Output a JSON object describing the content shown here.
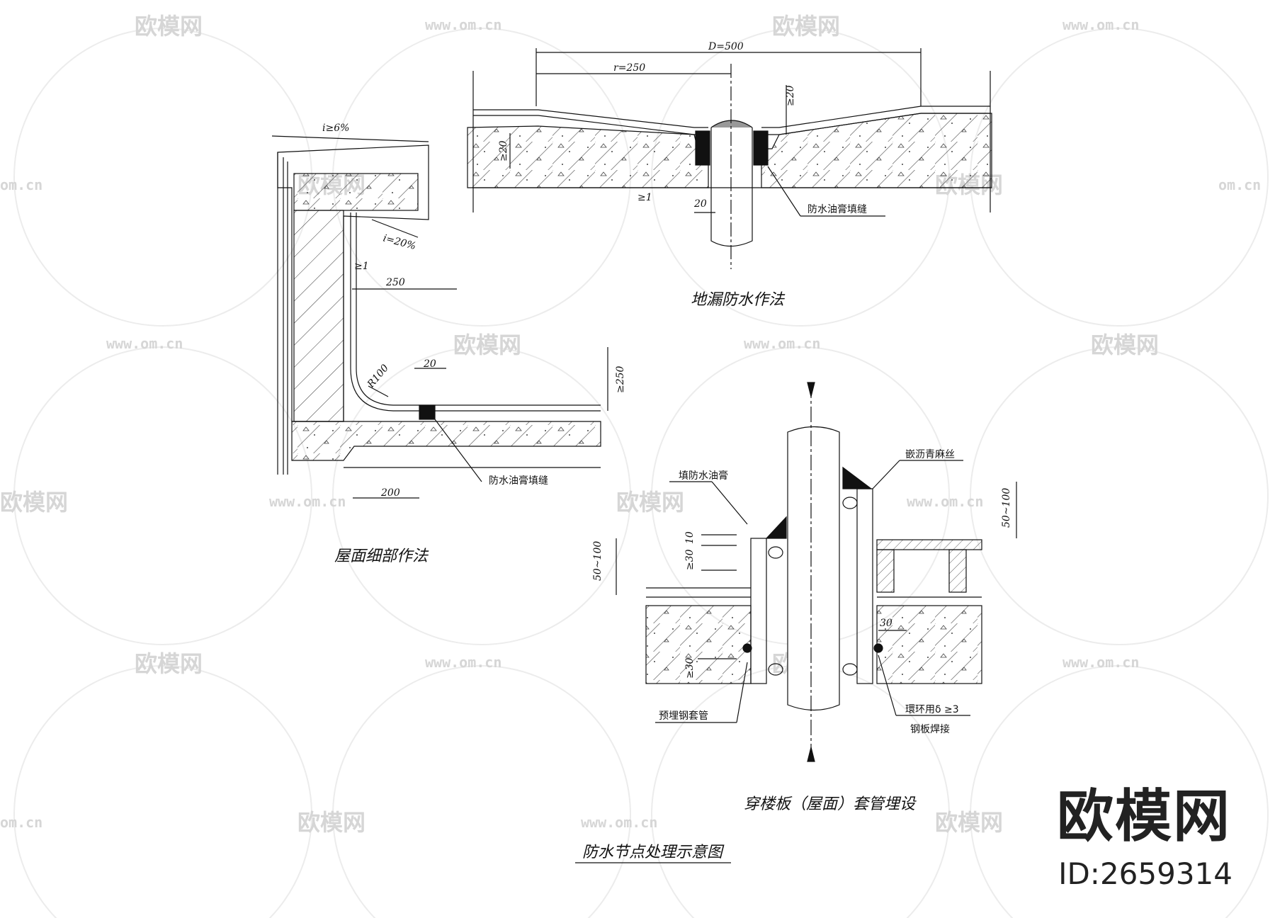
{
  "watermark": {
    "brand": "欧模网",
    "url": "www.om.cn",
    "url_short": "om.cn",
    "id": "ID:2659314"
  },
  "drawing": {
    "main_title": "防水节点处理示意图",
    "floor_drain": {
      "title": "地漏防水作法",
      "dims": {
        "D": "D=500",
        "r": "r=250",
        "top": "≥20",
        "left": "≥20",
        "gap": "20",
        "ge": "≥1"
      },
      "label": "防水油膏填缝"
    },
    "roof": {
      "title": "屋面细部作法",
      "slope_top": "i≥6%",
      "slope_mid": "i=20%",
      "dims": {
        "d250": "250",
        "d20": "20",
        "dge250": "≥250",
        "d200": "200",
        "radius": "R100",
        "ge": "≥1"
      },
      "label": "防水油膏填缝"
    },
    "sleeve": {
      "title": "穿楼板（屋面）套管埋设",
      "labels": {
        "fill": "填防水油膏",
        "hemp": "嵌沥青麻丝",
        "sleeve": "预埋钢套管",
        "ring1": "環环用δ ≥3",
        "ring2": "钢板焊接"
      },
      "dims": {
        "a": "50~100",
        "b": "50~100",
        "c": "10",
        "d": "≥30",
        "e": "≥30",
        "f": "30"
      }
    }
  }
}
